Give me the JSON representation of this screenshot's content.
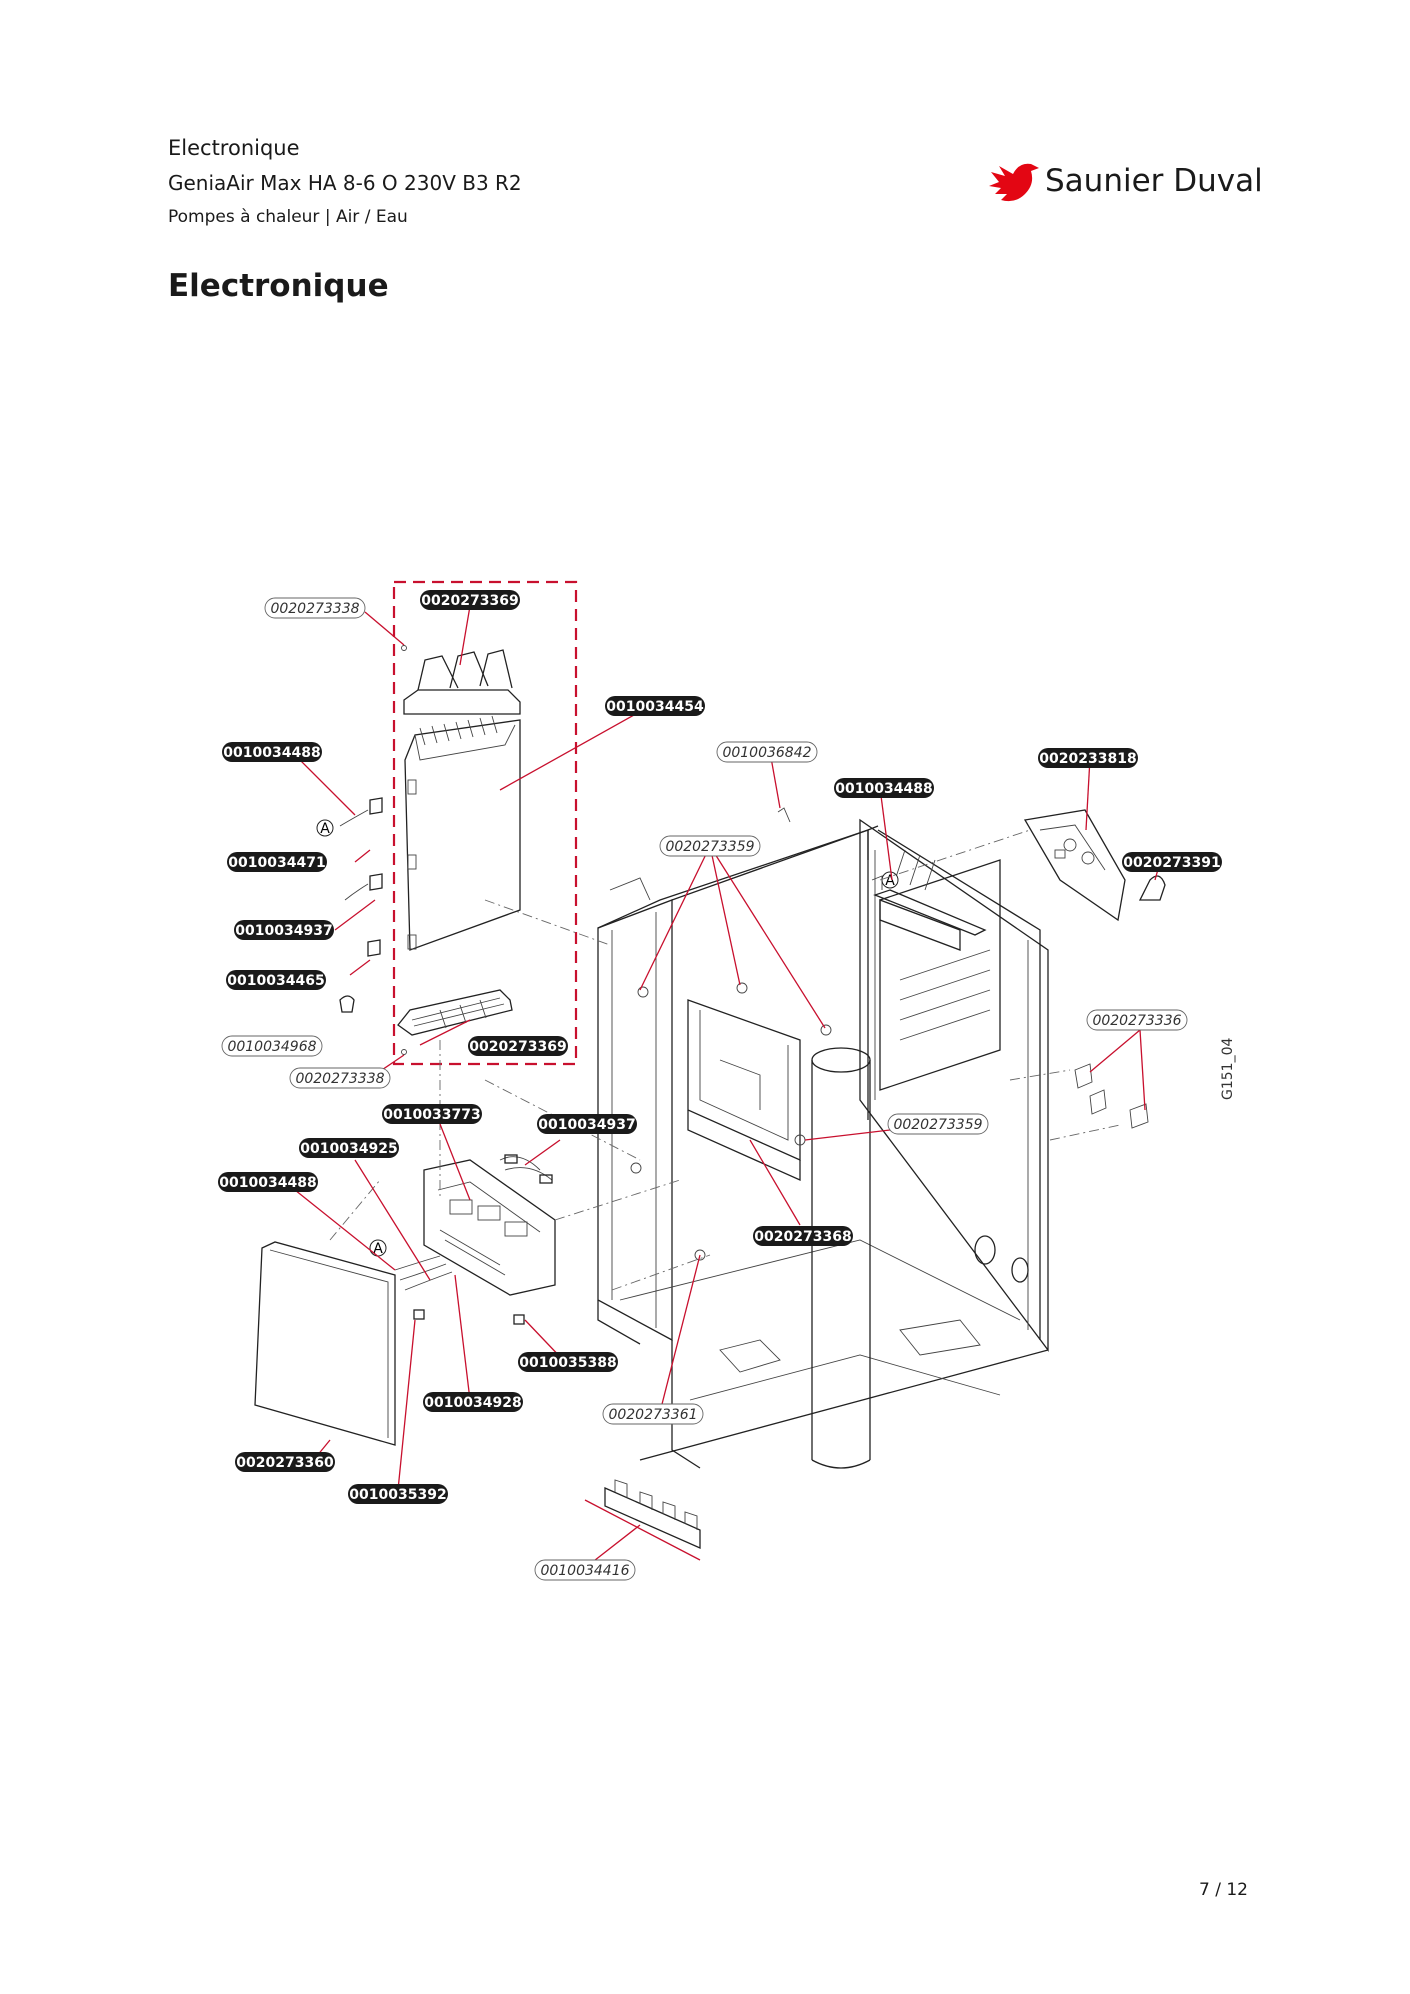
{
  "header": {
    "line1": "Electronique",
    "line2": "GeniaAir Max HA 8-6 O 230V B3 R2",
    "line3": "Pompes à chaleur | Air / Eau"
  },
  "brand": {
    "name": "Saunier Duval",
    "color": "#e30613"
  },
  "title": "Electronique",
  "drawing_code": "G151_04",
  "connector_marker": "A",
  "labels": [
    {
      "text": "0020273338",
      "style": "outline"
    },
    {
      "text": "0020273369",
      "style": "filled"
    },
    {
      "text": "0010034454",
      "style": "filled"
    },
    {
      "text": "0010036842",
      "style": "outline"
    },
    {
      "text": "0010034488",
      "style": "filled"
    },
    {
      "text": "0020233818",
      "style": "filled"
    },
    {
      "text": "0010034488",
      "style": "filled"
    },
    {
      "text": "0020273359",
      "style": "outline"
    },
    {
      "text": "0020273391",
      "style": "filled"
    },
    {
      "text": "0010034471",
      "style": "filled"
    },
    {
      "text": "0010034937",
      "style": "filled"
    },
    {
      "text": "0010034465",
      "style": "filled"
    },
    {
      "text": "0010034968",
      "style": "outline"
    },
    {
      "text": "0020273369",
      "style": "filled"
    },
    {
      "text": "0020273338",
      "style": "outline"
    },
    {
      "text": "0020273336",
      "style": "outline"
    },
    {
      "text": "0010033773",
      "style": "filled"
    },
    {
      "text": "0010034937",
      "style": "filled"
    },
    {
      "text": "0020273359",
      "style": "outline"
    },
    {
      "text": "0010034925",
      "style": "filled"
    },
    {
      "text": "0010034488",
      "style": "filled"
    },
    {
      "text": "0020273368",
      "style": "filled"
    },
    {
      "text": "0010035388",
      "style": "filled"
    },
    {
      "text": "0010034928",
      "style": "filled"
    },
    {
      "text": "0020273361",
      "style": "outline"
    },
    {
      "text": "0020273360",
      "style": "filled"
    },
    {
      "text": "0010035392",
      "style": "filled"
    },
    {
      "text": "0010034416",
      "style": "outline"
    }
  ],
  "page_number": "7 / 12"
}
